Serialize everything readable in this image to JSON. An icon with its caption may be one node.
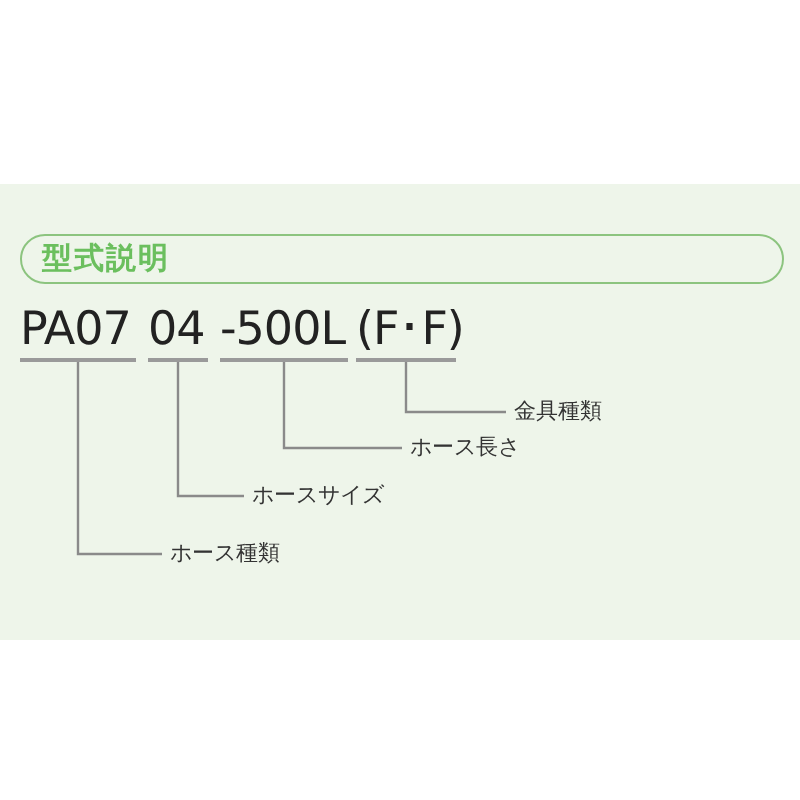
{
  "diagram": {
    "title": "型式説明",
    "nodes": [
      {
        "text": [
          "PA07"
        ]
      },
      {
        "text": [
          "04"
        ]
      },
      {
        "text": [
          "-500L"
        ]
      },
      {
        "text": [
          "(F･F)"
        ]
      },
      {
        "text": [
          "金具種類"
        ]
      },
      {
        "text": [
          "ホース長さ"
        ]
      },
      {
        "text": [
          "ホースサイズ"
        ]
      },
      {
        "text": [
          "ホース種類"
        ]
      }
    ],
    "edges": [
      {
        "from": 4,
        "to": 3,
        "arrow": "none"
      },
      {
        "from": 5,
        "to": 2,
        "arrow": "none"
      },
      {
        "from": 6,
        "to": 1,
        "arrow": "none"
      },
      {
        "from": 7,
        "to": 0,
        "arrow": "none"
      }
    ]
  }
}
